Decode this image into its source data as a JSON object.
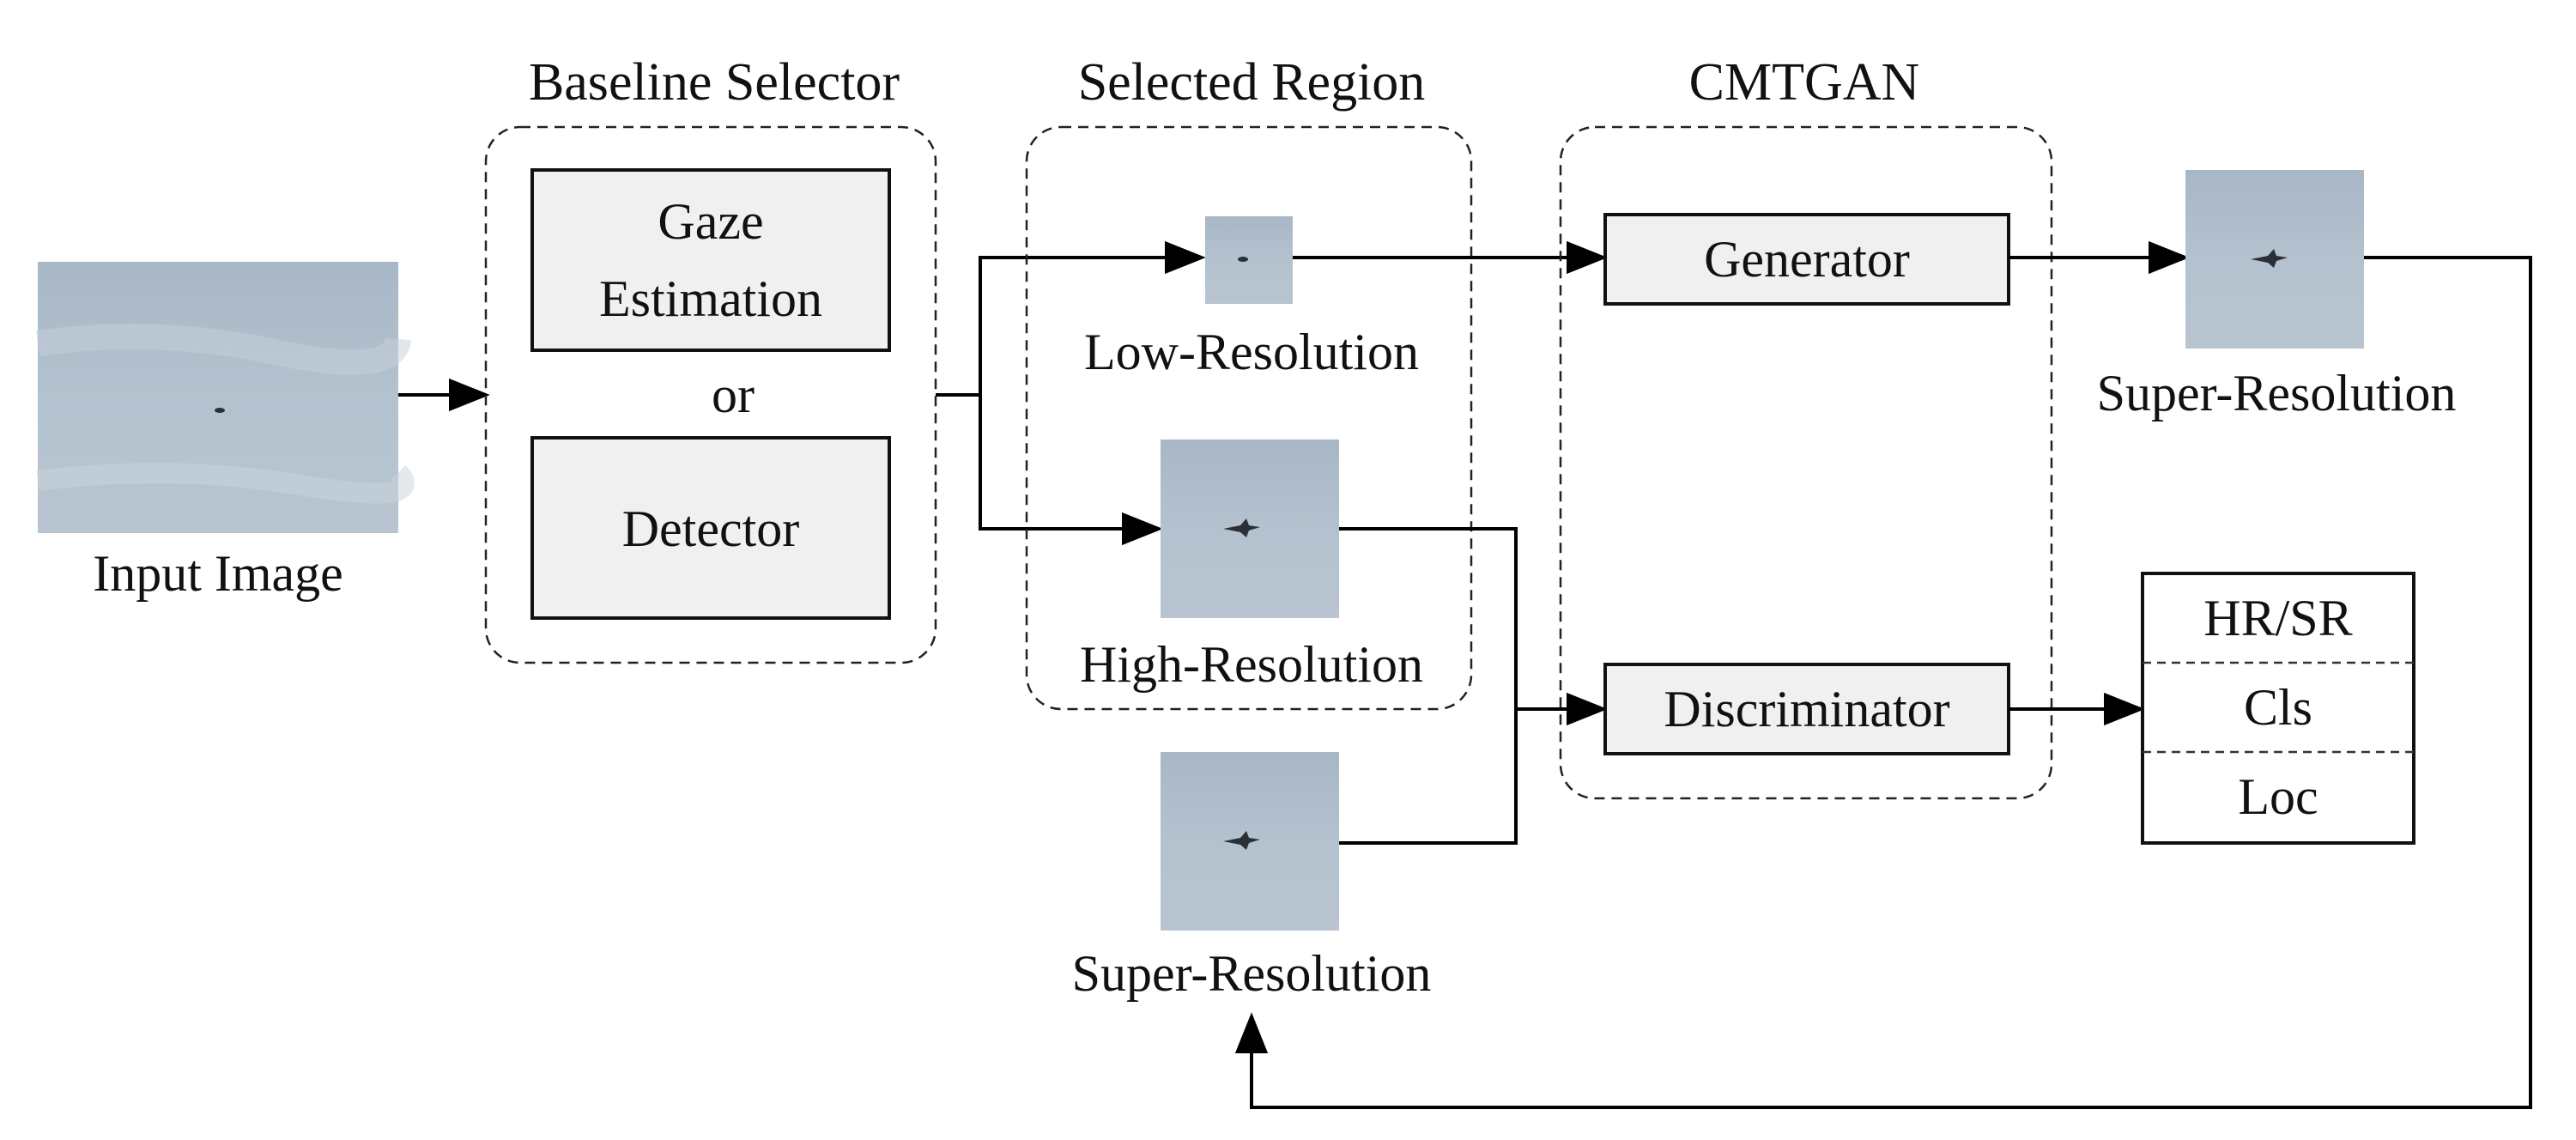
{
  "labels": {
    "input_image": "Input Image",
    "baseline_selector": "Baseline Selector",
    "gaze_line1": "Gaze",
    "gaze_line2": "Estimation",
    "or": "or",
    "detector": "Detector",
    "selected_region": "Selected Region",
    "low_resolution": "Low-Resolution",
    "high_resolution": "High-Resolution",
    "super_resolution_bottom": "Super-Resolution",
    "cmtgan": "CMTGAN",
    "generator": "Generator",
    "discriminator": "Discriminator",
    "super_resolution_right": "Super-Resolution",
    "output_hrsr": "HR/SR",
    "output_cls": "Cls",
    "output_loc": "Loc"
  },
  "colors": {
    "sky_top": "#a9b8c6",
    "sky_bottom": "#b7c4d0",
    "box_fill": "#f0f0f0",
    "line": "#000000"
  }
}
